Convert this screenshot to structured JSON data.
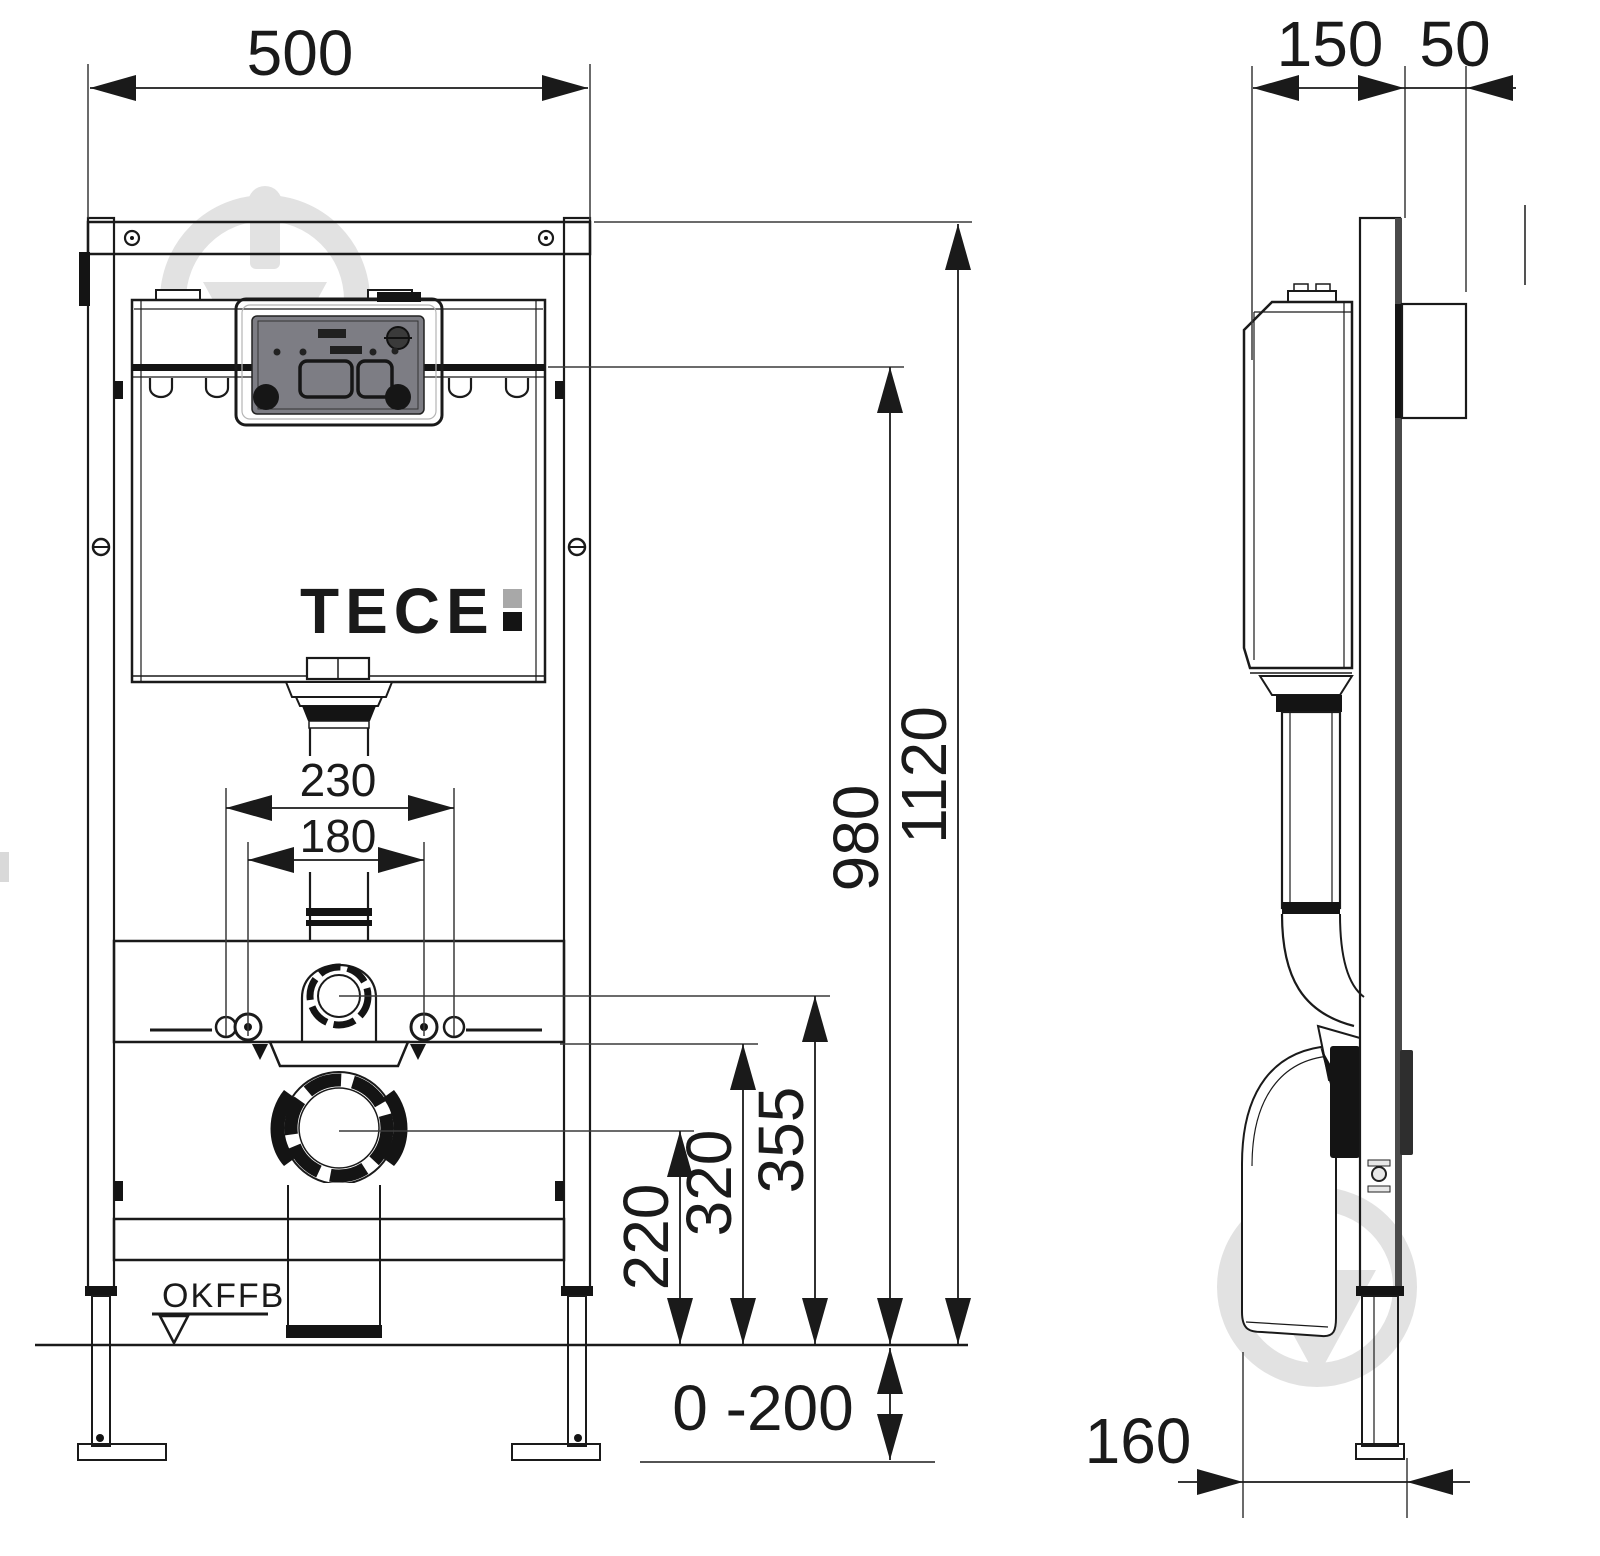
{
  "title": "TECE wall-hung WC installation frame - dimensional drawing",
  "brand": {
    "logo_text": "TECE",
    "logo_dot_top": "#a8a8a8",
    "logo_dot_bottom": "#141414"
  },
  "front_view": {
    "dimensions": {
      "frame_width_mm": "500",
      "rod_spacing_outer_mm": "230",
      "rod_spacing_inner_mm": "180",
      "flush_bend_center_height_mm": "355",
      "outlet_top_height_mm": "320",
      "outlet_center_height_mm": "220",
      "cistern_band_height_mm": "980",
      "frame_top_height_mm": "1120",
      "leg_adjustment_mm": "0 -200"
    },
    "floor_level_label": "OKFFB"
  },
  "side_view": {
    "dimensions": {
      "frame_depth_mm": "150",
      "flush_unit_depth_mm": "50",
      "base_depth_mm": "160"
    }
  },
  "colors": {
    "line": "#1a1a1a",
    "frame_gray": "#9a9a9a",
    "plate_gray": "#8f8f8f",
    "rail_gray": "#8c8c8c",
    "leg_gray": "#c6c6c6",
    "foot_gray": "#6f6f6f",
    "access_box_gray": "#55555a",
    "access_panel_gray": "#7d7d84",
    "watermark_gray": "#e2e2e2",
    "background": "#ffffff"
  }
}
